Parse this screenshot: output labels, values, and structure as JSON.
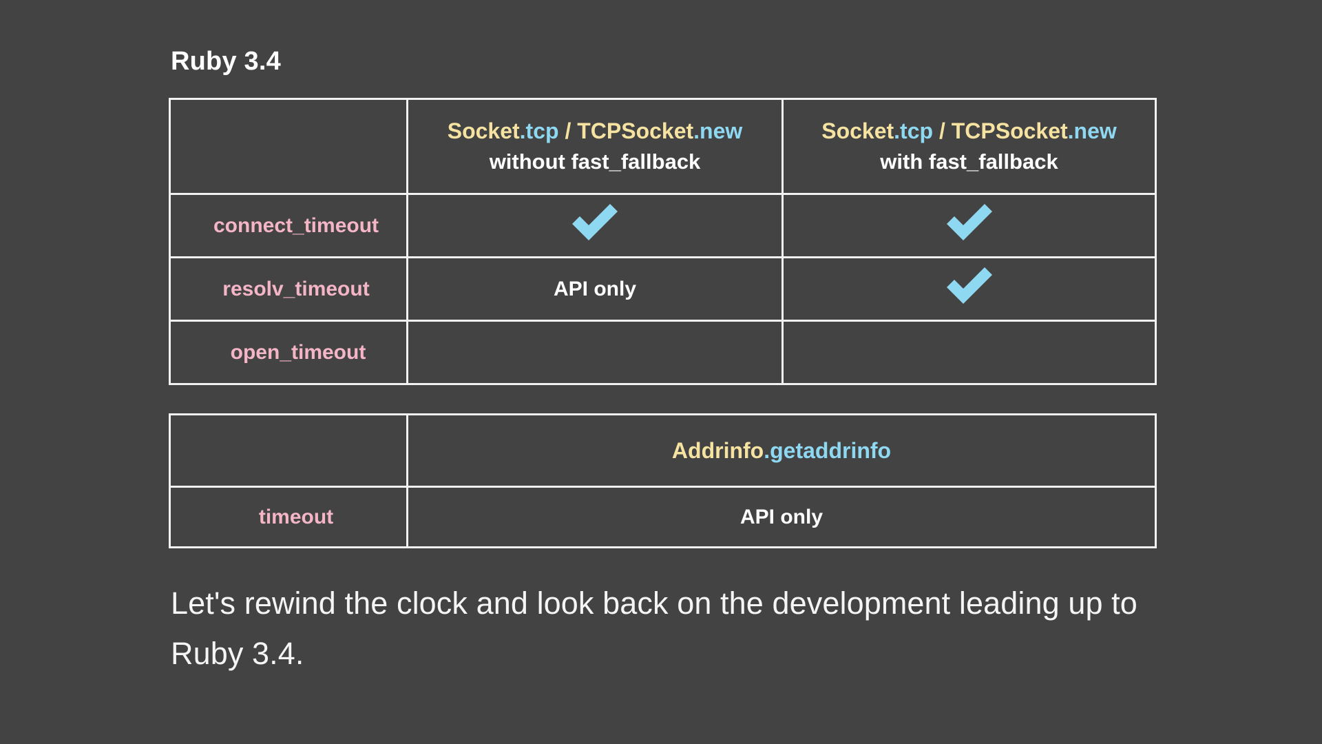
{
  "slide": {
    "title": "Ruby 3.4",
    "background_color": "#434343",
    "caption": "Let's rewind the clock and look back on the development leading up to Ruby 3.4."
  },
  "colors": {
    "background": "#434343",
    "border": "#f2f2f2",
    "row_label": "#f4b6c7",
    "code_constant": "#f6e3a1",
    "code_method": "#8fd8f2",
    "check": "#8fd8f2",
    "text": "#ffffff"
  },
  "tables": [
    {
      "id": "timeouts",
      "header": {
        "corner": "",
        "columns": [
          {
            "code": {
              "constant": "Socket",
              "method": ".tcp",
              "separator": " / ",
              "constant2": "TCPSocket",
              "method2": ".new"
            },
            "subtitle": "without fast_fallback"
          },
          {
            "code": {
              "constant": "Socket",
              "method": ".tcp",
              "separator": " / ",
              "constant2": "TCPSocket",
              "method2": ".new"
            },
            "subtitle": "with fast_fallback"
          }
        ]
      },
      "rows": [
        {
          "label": "connect_timeout",
          "cells": [
            {
              "type": "check"
            },
            {
              "type": "check"
            }
          ]
        },
        {
          "label": "resolv_timeout",
          "cells": [
            {
              "type": "text",
              "value": "API only"
            },
            {
              "type": "check"
            }
          ]
        },
        {
          "label": "open_timeout",
          "cells": [
            {
              "type": "blank"
            },
            {
              "type": "blank"
            }
          ]
        }
      ]
    },
    {
      "id": "addrinfo",
      "header": {
        "corner": "",
        "columns": [
          {
            "code": {
              "constant": "Addrinfo",
              "method": ".getaddrinfo"
            },
            "subtitle": ""
          }
        ]
      },
      "rows": [
        {
          "label": "timeout",
          "cells": [
            {
              "type": "text",
              "value": "API only"
            }
          ]
        }
      ]
    }
  ]
}
